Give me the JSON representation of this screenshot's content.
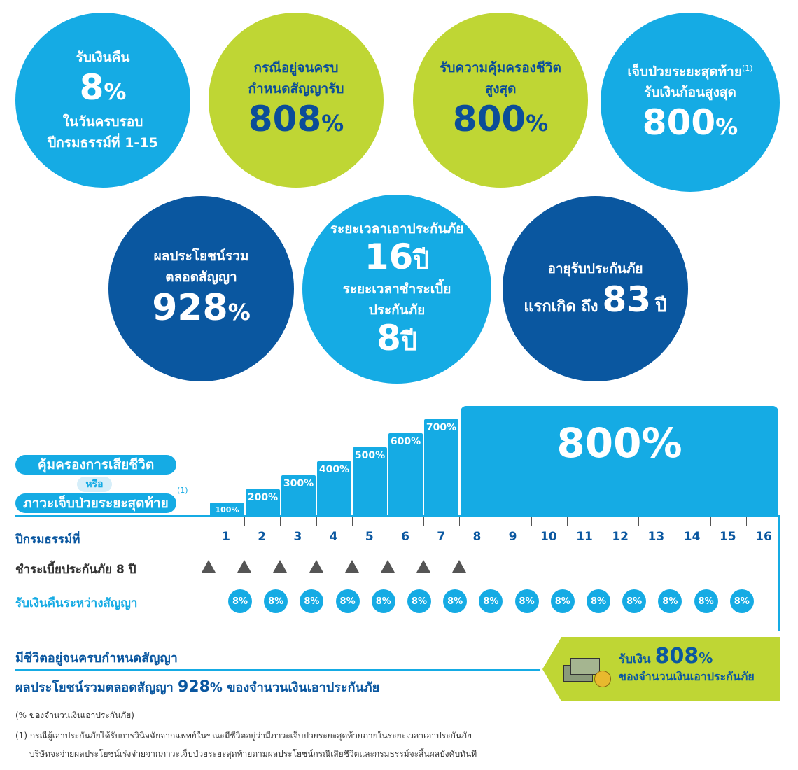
{
  "circles": {
    "c1": {
      "line1": "รับเงินคืน",
      "big": "8",
      "pct": "%",
      "line2": "ในวันครบรอบ",
      "line3": "ปีกรมธรรม์ที่ 1-15"
    },
    "c2": {
      "line1": "กรณีอยู่จนครบ",
      "line2": "กำหนดสัญญารับ",
      "big": "808",
      "pct": "%"
    },
    "c3": {
      "line1": "รับความคุ้มครองชีวิต",
      "line2": "สูงสุด",
      "big": "800",
      "pct": "%"
    },
    "c4": {
      "line1": "เจ็บป่วยระยะสุดท้าย",
      "sup": "(1)",
      "line2": "รับเงินก้อนสูงสุด",
      "big": "800",
      "pct": "%"
    },
    "c5": {
      "line1": "ผลประโยชน์รวม",
      "line2": "ตลอดสัญญา",
      "big": "928",
      "pct": "%"
    },
    "c6": {
      "line1": "ระยะเวลาเอาประกันภัย",
      "big1": "16",
      "unit1": "ปี",
      "line2": "ระยะเวลาชำระเบี้ย",
      "line3": "ประกันภัย",
      "big2": "8",
      "unit2": "ปี"
    },
    "c7": {
      "line1": "อายุรับประกันภัย",
      "pre": "แรกเกิด ถึง",
      "big": "83",
      "unit": "ปี"
    }
  },
  "chart": {
    "label_death": "คุ้มครองการเสียชีวิต",
    "label_or": "หรือ",
    "label_illness": "ภาวะเจ็บป่วยระยะสุดท้าย",
    "label_sup": "(1)",
    "steps": [
      "100%",
      "200%",
      "300%",
      "400%",
      "500%",
      "600%",
      "700%"
    ],
    "max_label": "800%",
    "row_year": "ปีกรมธรรม์ที่",
    "row_premium": "ชำระเบี้ยประกันภัย 8 ปี",
    "row_cashback": "รับเงินคืนระหว่างสัญญา",
    "years": [
      "1",
      "2",
      "3",
      "4",
      "5",
      "6",
      "7",
      "8",
      "9",
      "10",
      "11",
      "12",
      "13",
      "14",
      "15",
      "16"
    ],
    "cashback": "8%"
  },
  "bottom": {
    "maturity": "มีชีวิตอยู่จนครบกำหนดสัญญา",
    "total_pre": "ผลประโยชน์รวมตลอดสัญญา",
    "total_num": "928",
    "total_pct": "%",
    "total_post": "ของจำนวนเงินเอาประกันภัย",
    "box_pre": "รับเงิน",
    "box_num": "808",
    "box_pct": "%",
    "box_post": "ของจำนวนเงินเอาประกันภัย",
    "note1": "(% ของจำนวนเงินเอาประกันภัย)",
    "note2": "(1) กรณีผู้เอาประกันภัยได้รับการวินิจฉัยจากแพทย์ในขณะมีชีวิตอยู่ว่ามีภาวะเจ็บป่วยระยะสุดท้ายภายในระยะเวลาเอาประกันภัย",
    "note3": "บริษัทจะจ่ายผลประโยชน์เร่งจ่ายจากภาวะเจ็บป่วยระยะสุดท้ายตามผลประโยชน์กรณีเสียชีวิตและกรมธรรม์จะสิ้นผลบังคับทันที"
  },
  "colors": {
    "light_blue": "#15abe4",
    "green": "#bfd634",
    "dark_blue": "#0a57a0"
  }
}
